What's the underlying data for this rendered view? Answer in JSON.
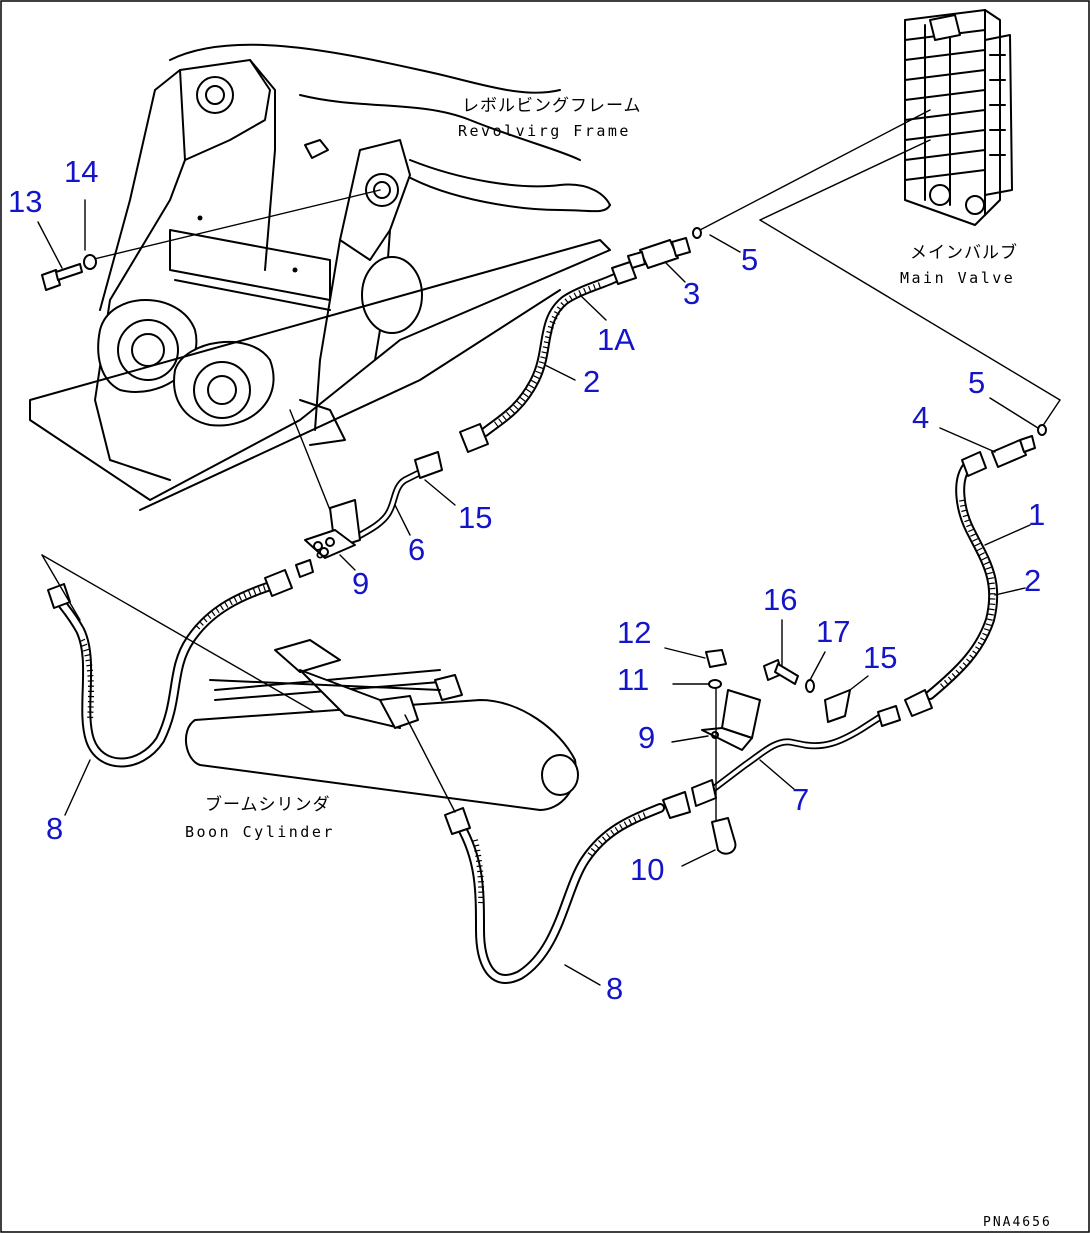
{
  "drawing_code": "PNA4656",
  "captions": {
    "revolving_frame_jp": "レボルビングフレーム",
    "revolving_frame_en": "Revolvirg Frame",
    "main_valve_jp": "メインバルブ",
    "main_valve_en": "Main Valve",
    "boom_cylinder_jp": "ブームシリンダ",
    "boom_cylinder_en": "Boon Cylinder"
  },
  "callouts": {
    "c1": "1",
    "c1a": "1A",
    "c2a": "2",
    "c2b": "2",
    "c3": "3",
    "c4": "4",
    "c5a": "5",
    "c5b": "5",
    "c6": "6",
    "c7": "7",
    "c8a": "8",
    "c8b": "8",
    "c9a": "9",
    "c9b": "9",
    "c10": "10",
    "c11": "11",
    "c12": "12",
    "c13": "13",
    "c14": "14",
    "c15a": "15",
    "c15b": "15",
    "c16": "16",
    "c17": "17"
  },
  "colors": {
    "callout": "#1414c8",
    "line": "#000000",
    "background": "#ffffff"
  }
}
